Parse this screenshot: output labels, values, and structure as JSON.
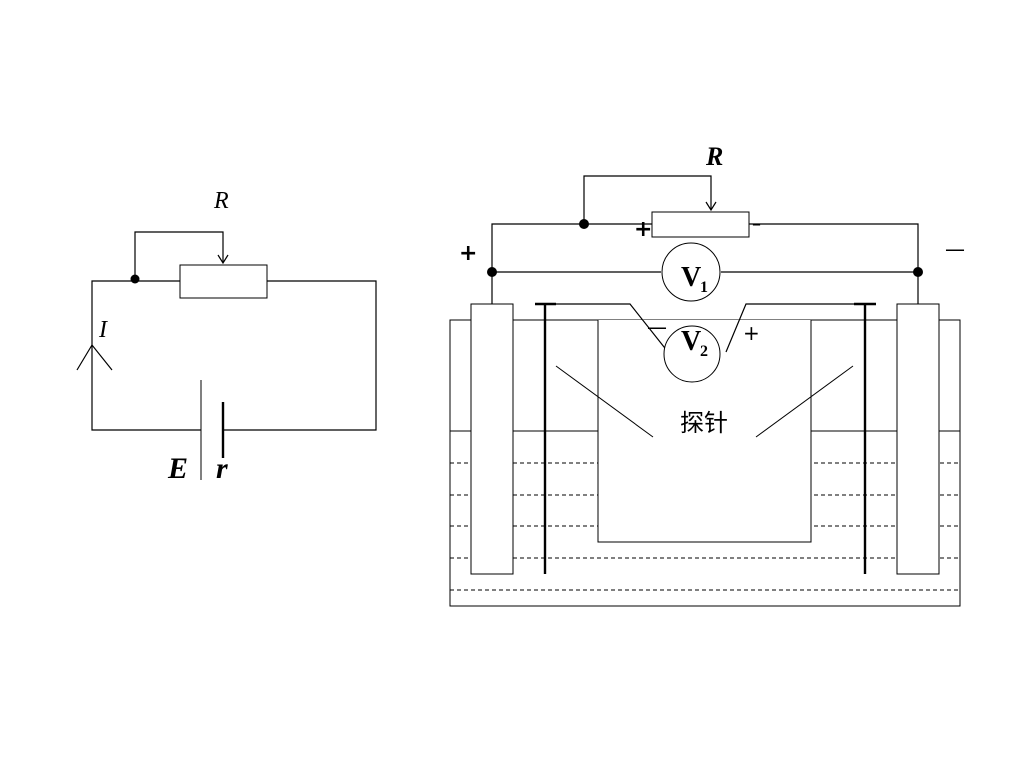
{
  "left_circuit": {
    "resistor_label": "R",
    "current_label": "I",
    "emf_label": "E",
    "internal_resistance_label": "r"
  },
  "right_setup": {
    "resistor_label": "R",
    "rheostat_plus": "+",
    "rheostat_minus": "–",
    "left_plus": "+",
    "right_minus": "—",
    "voltmeter1": {
      "letter": "V",
      "sub": "1"
    },
    "voltmeter2": {
      "letter": "V",
      "sub": "2"
    },
    "v2_minus": "—",
    "v2_plus": "+",
    "probe_label": "探针"
  }
}
